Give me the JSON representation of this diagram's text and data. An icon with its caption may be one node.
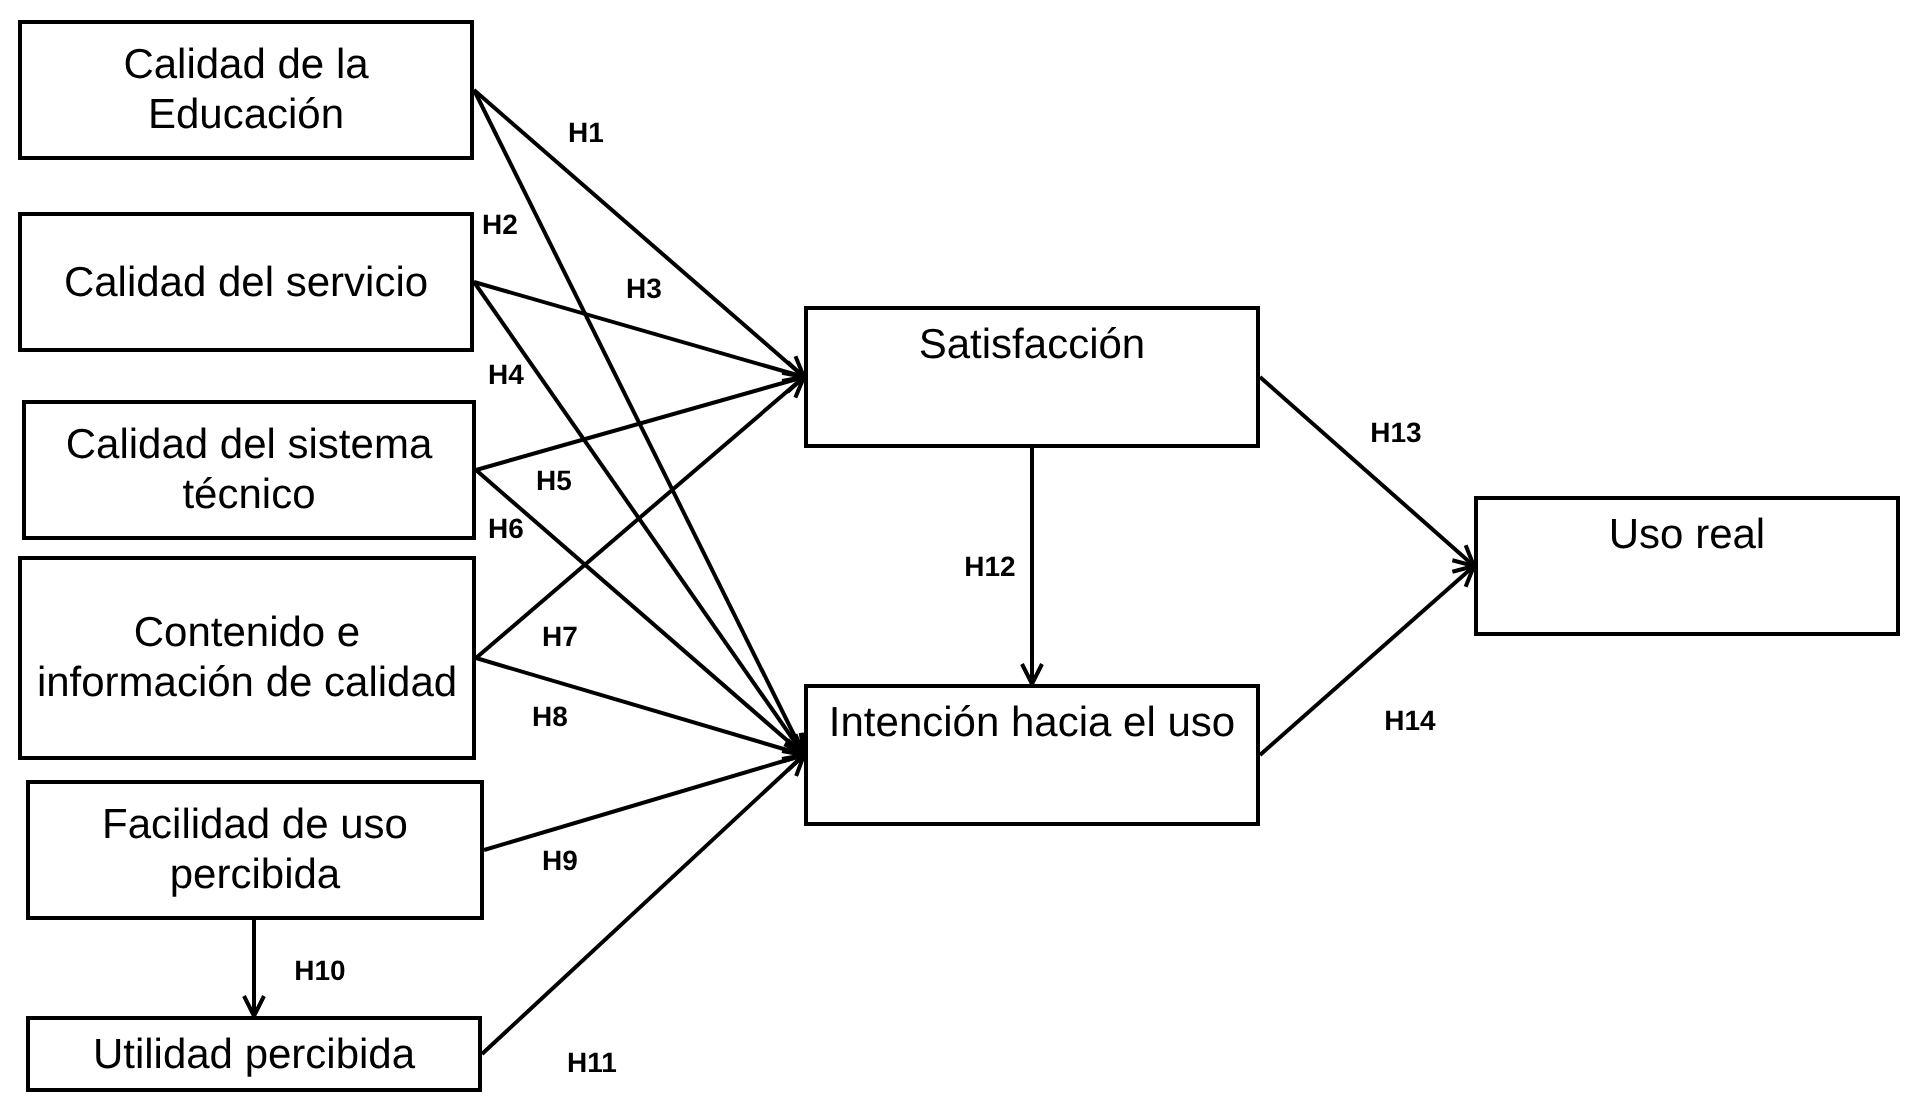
{
  "diagram": {
    "nodes": [
      {
        "text": [
          "Calidad de la Educación"
        ]
      },
      {
        "text": [
          "Calidad del servicio"
        ]
      },
      {
        "text": [
          "Calidad del sistema técnico"
        ]
      },
      {
        "text": [
          "Contenido e información de calidad"
        ]
      },
      {
        "text": [
          "Facilidad de uso percibida"
        ]
      },
      {
        "text": [
          "Utilidad percibida"
        ]
      },
      {
        "text": [
          "Satisfacción"
        ]
      },
      {
        "text": [
          "Intención hacia el uso"
        ]
      },
      {
        "text": [
          "Uso real"
        ]
      }
    ],
    "edges": [
      {
        "from": 0,
        "to": 6,
        "arrow": "to",
        "label": "H1"
      },
      {
        "from": 0,
        "to": 7,
        "arrow": "to",
        "label": "H2"
      },
      {
        "from": 1,
        "to": 6,
        "arrow": "to",
        "label": "H3"
      },
      {
        "from": 1,
        "to": 7,
        "arrow": "to",
        "label": "H4"
      },
      {
        "from": 2,
        "to": 6,
        "arrow": "to",
        "label": "H5"
      },
      {
        "from": 2,
        "to": 7,
        "arrow": "to",
        "label": "H6"
      },
      {
        "from": 3,
        "to": 6,
        "arrow": "to",
        "label": "H7"
      },
      {
        "from": 3,
        "to": 7,
        "arrow": "to",
        "label": "H8"
      },
      {
        "from": 4,
        "to": 7,
        "arrow": "to",
        "label": "H9"
      },
      {
        "from": 4,
        "to": 5,
        "arrow": "to",
        "label": "H10"
      },
      {
        "from": 5,
        "to": 7,
        "arrow": "to",
        "label": "H11"
      },
      {
        "from": 6,
        "to": 7,
        "arrow": "to",
        "label": "H12"
      },
      {
        "from": 6,
        "to": 8,
        "arrow": "to",
        "label": "H13"
      },
      {
        "from": 7,
        "to": 8,
        "arrow": "to",
        "label": "H14"
      }
    ]
  }
}
